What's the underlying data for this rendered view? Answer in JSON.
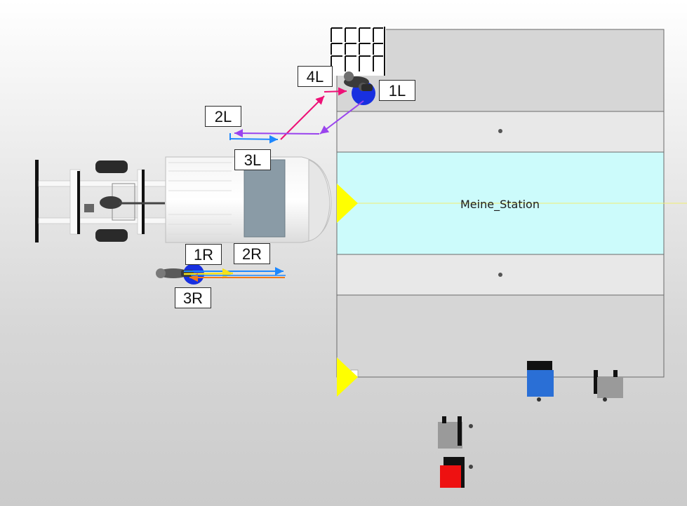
{
  "station": {
    "name": "Meine_Station"
  },
  "labels": {
    "1L": "1L",
    "2L": "2L",
    "3L": "3L",
    "4L": "4L",
    "1R": "1R",
    "2R": "2R",
    "3R": "3R"
  },
  "colors": {
    "station_highlight": "#ccfbfb",
    "lane_gray": "#d3d3d3",
    "lane_light": "#e8e8e8",
    "marker_yellow": "#ffff00",
    "path_magenta": "#ee1177",
    "path_purple": "#9a44ee",
    "path_blue": "#1d88ff",
    "path_orange": "#f07a1a",
    "path_yellow": "#f3e21a",
    "cart_blue": "#2a6fd6",
    "cart_gray": "#9a9a9a",
    "cart_red": "#ee1111",
    "worker_blue": "#1830e0"
  }
}
